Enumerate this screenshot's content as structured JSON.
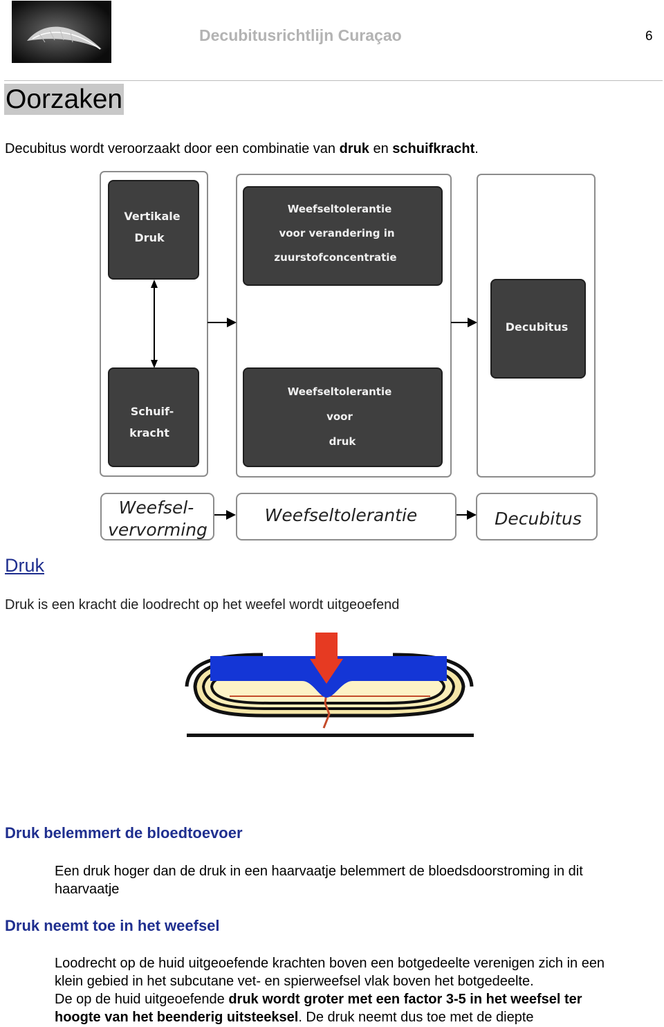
{
  "header": {
    "title": "Decubitusrichtlijn Curaçao",
    "page_number": "6"
  },
  "heading": "Oorzaken",
  "intro": {
    "text_before": "Decubitus wordt veroorzaakt door een combinatie van ",
    "bold1": "druk",
    "text_mid": " en ",
    "bold2": "schuifkracht",
    "text_end": "."
  },
  "diagram": {
    "box_vertical_line1": "Vertikale",
    "box_vertical_line2": "Druk",
    "box_shear_line1": "Schuif-",
    "box_shear_line2": "kracht",
    "box_oxygen_line1": "Weefseltolerantie",
    "box_oxygen_line2": "voor verandering in",
    "box_oxygen_line3": "zuurstofconcentratie",
    "box_pressure_line1": "Weefseltolerantie",
    "box_pressure_line2": "voor",
    "box_pressure_line3": "druk",
    "box_decubitus": "Decubitus",
    "label_deformation_line1": "Weefsel-",
    "label_deformation_line2": "vervorming",
    "label_tolerance": "Weefseltolerantie",
    "label_decubitus": "Decubitus"
  },
  "section_druk": {
    "title": "Druk",
    "text": "Druk is een kracht die loodrecht op het weefel wordt uitgeoefend"
  },
  "subsection1": {
    "title": "Druk belemmert de bloedtoevoer",
    "line1": "Een druk hoger dan de druk in een haarvaatje belemmert de bloedsdoorstroming in dit",
    "line2": "haarvaatje"
  },
  "subsection2": {
    "title": "Druk neemt toe in het weefsel",
    "line1": "Loodrecht op de huid uitgeoefende krachten boven een botgedeelte verenigen zich in een",
    "line2": "klein gebied in het subcutane vet- en spierweefsel vlak boven het botgedeelte.",
    "line3_before": "De op de huid uitgeoefende ",
    "line3_bold": "druk wordt groter met een factor 3-5 in het weefsel ter",
    "line4_bold": "hoogte van het beenderig uitsteeksel",
    "line4_after": ". De druk neemt dus toe met de diepte"
  },
  "colors": {
    "heading_blue": "#1f2f8f",
    "box_dark": "#3f3f3f",
    "header_grey": "#b3b3b3"
  }
}
